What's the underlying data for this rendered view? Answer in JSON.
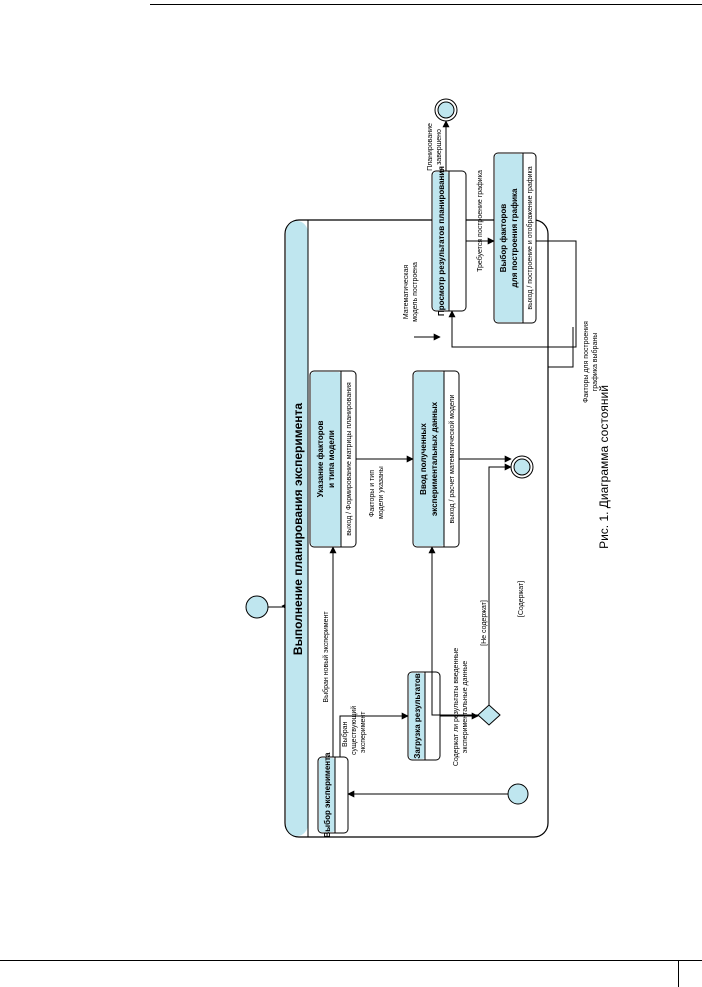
{
  "diagram": {
    "container_title": "Выполнение планирования эксперимента",
    "states": {
      "choose": {
        "title": "Выбор эксперимента"
      },
      "factors": {
        "title_line1": "Указание факторов",
        "title_line2": "и типа модели",
        "action": "выход / Формирование матрицы планирования"
      },
      "load": {
        "title": "Загрузка результатов"
      },
      "input": {
        "title_line1": "Ввод полученных",
        "title_line2": "экспериментальных данных",
        "action": "выход / расчет математической модели"
      },
      "view": {
        "title": "Просмотр результатов планирования"
      },
      "graph": {
        "title_line1": "Выбор факторов",
        "title_line2": "для построения графика",
        "action": "выход / построение и отображение графика"
      }
    },
    "transitions": {
      "new_exp": "Выбран новый эксперимент",
      "existing_line1": "Выбран",
      "existing_line2": "существующий",
      "existing_line3": "эксперимент",
      "factors_line1": "Факторы и тип",
      "factors_line2": "модели указаны",
      "contains_line1": "Содержат ли результаты введенные",
      "contains_line2": "экспериментальные данные",
      "not_contains": "[Не содержат]",
      "contains": "[Содержат]",
      "model_line1": "Математическая",
      "model_line2": "модель построена",
      "graph_required": "Требуется построение графика",
      "graph_factors_line1": "Факторы для построения",
      "graph_factors_line2": "графика выбраны",
      "done_line1": "Планирование",
      "done_line2": "завершено"
    }
  },
  "caption": "Рис. 1. Диаграмма состояний",
  "colors": {
    "state_header": "#bfe6ef",
    "line": "#000000"
  }
}
